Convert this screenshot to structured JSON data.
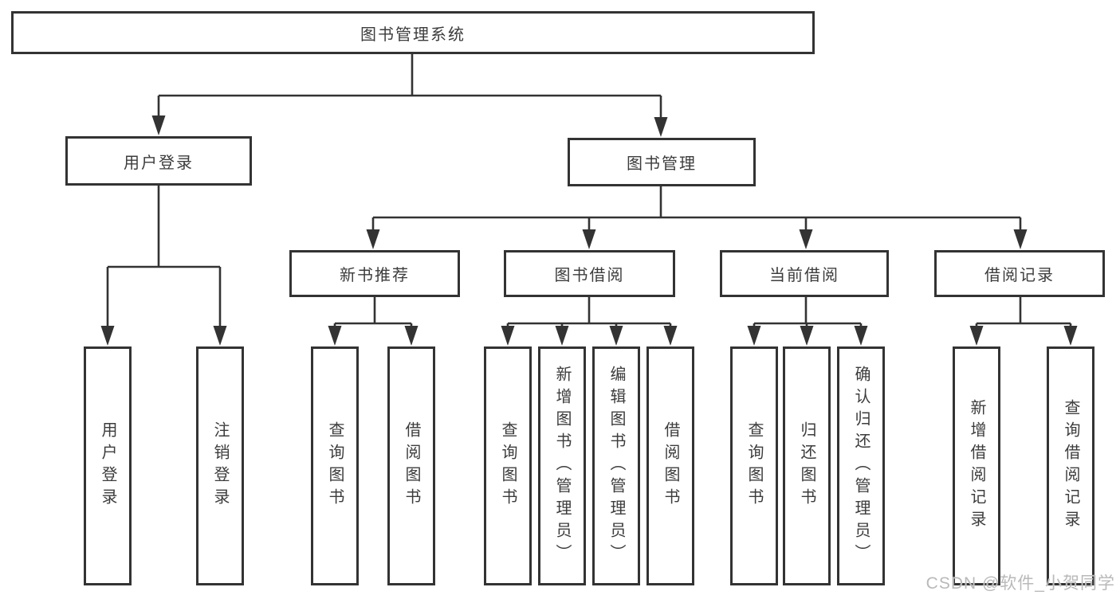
{
  "tree": {
    "root": "图书管理系统",
    "branches": [
      {
        "label": "用户登录",
        "children": [
          "用户登录",
          "注销登录"
        ]
      },
      {
        "label": "图书管理",
        "groups": [
          {
            "label": "新书推荐",
            "children": [
              "查询图书",
              "借阅图书"
            ]
          },
          {
            "label": "图书借阅",
            "children": [
              "查询图书",
              "新增图书（管理员）",
              "编辑图书（管理员）",
              "借阅图书"
            ]
          },
          {
            "label": "当前借阅",
            "children": [
              "查询图书",
              "归还图书",
              "确认归还（管理员）"
            ]
          },
          {
            "label": "借阅记录",
            "children": [
              "新增借阅记录",
              "查询借阅记录"
            ]
          }
        ]
      }
    ]
  },
  "watermark": {
    "text": "CSDN @软件_小贺同学"
  },
  "colors": {
    "line": "#333333",
    "box_border": "#333333",
    "box_fill": "#ffffff",
    "text": "#3c3c3c",
    "watermark": "#b9b9b9"
  }
}
